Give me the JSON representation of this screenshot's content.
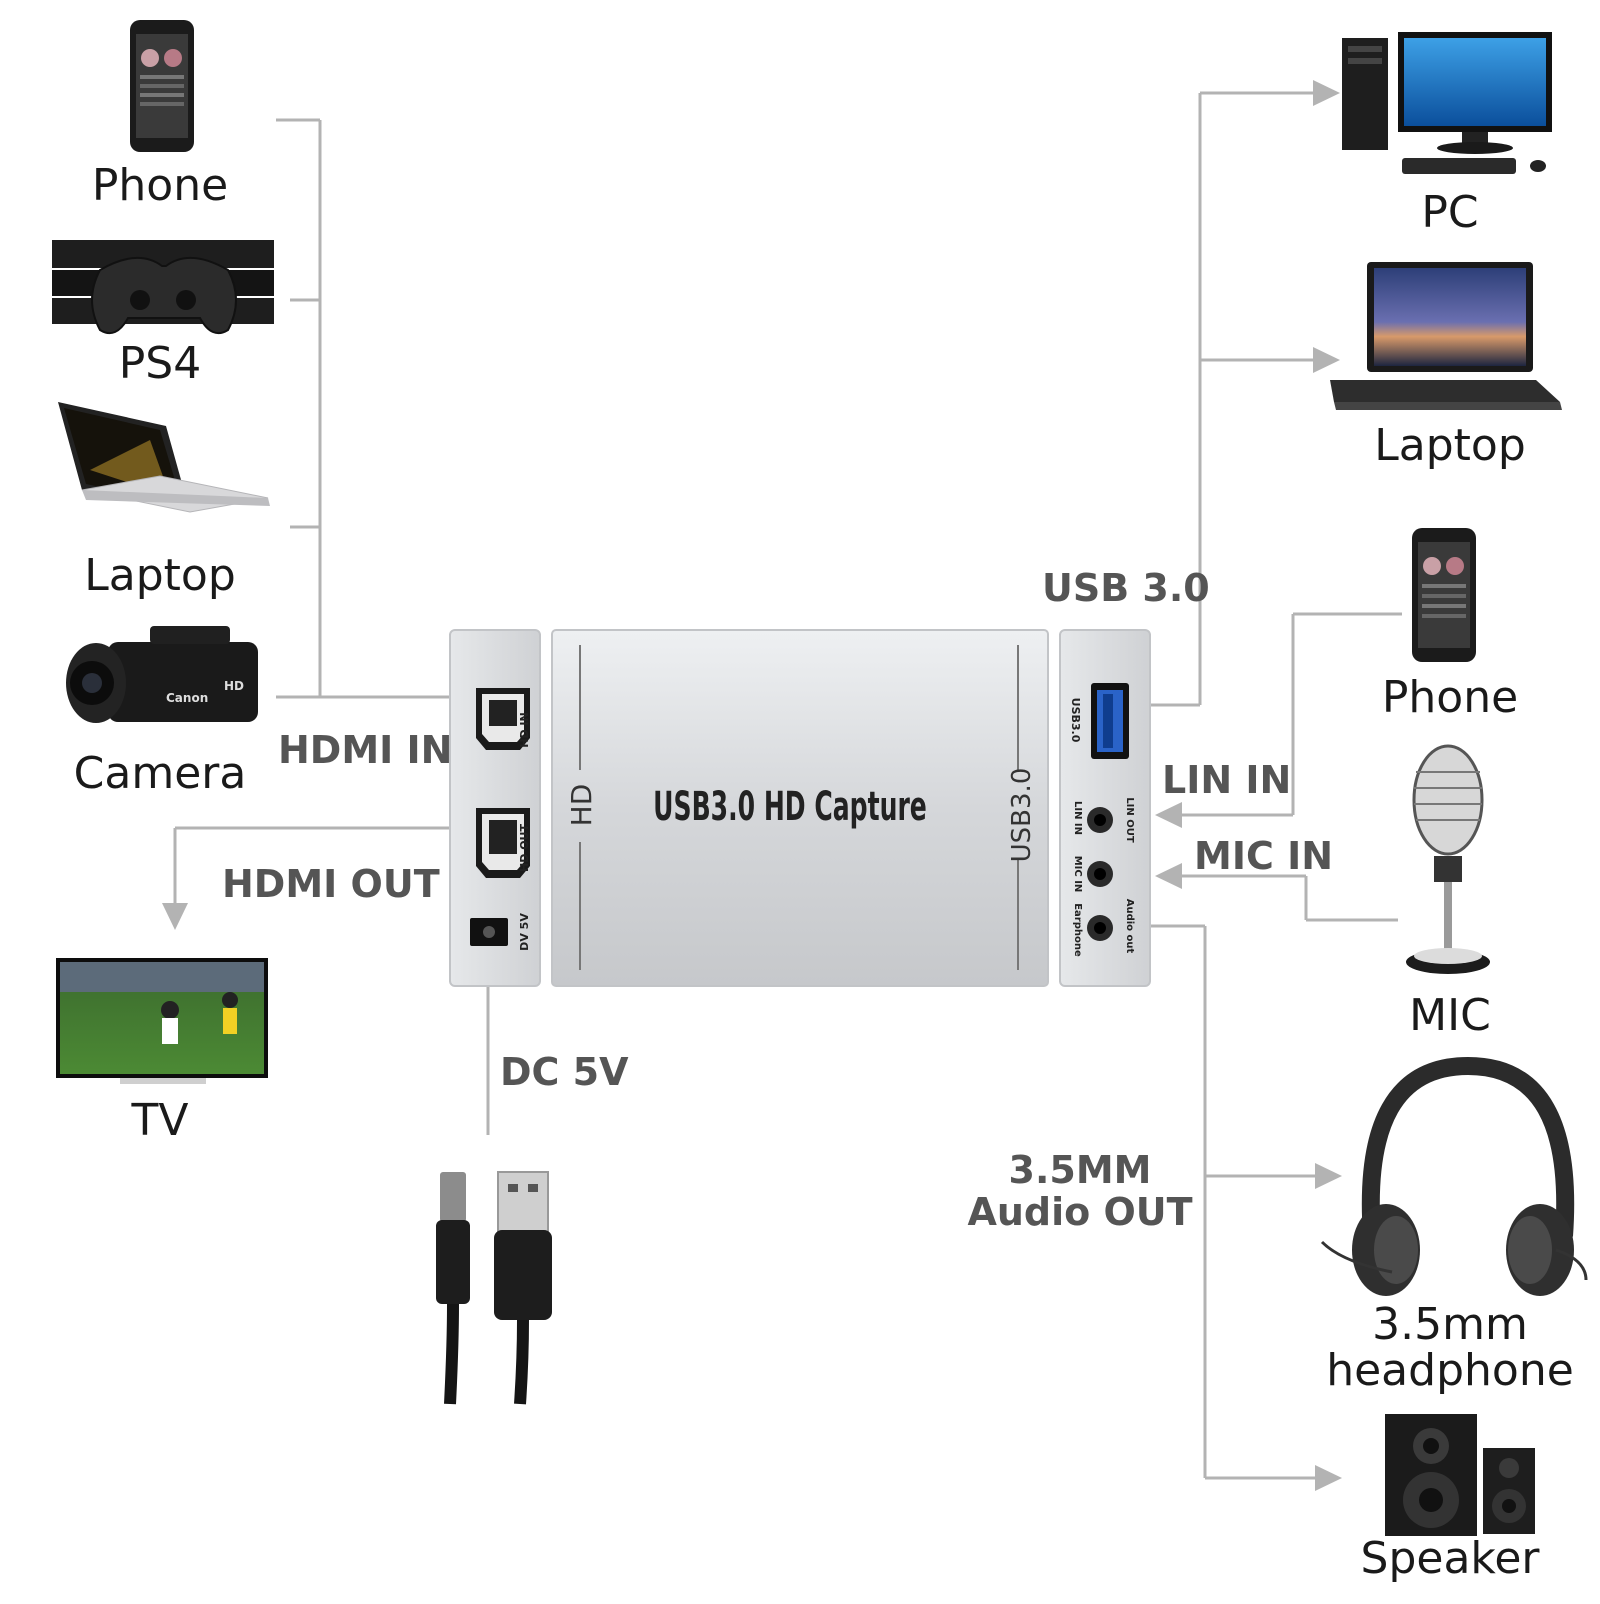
{
  "devices": {
    "left": {
      "phone": "Phone",
      "ps4": "PS4",
      "laptop": "Laptop",
      "camera": "Camera",
      "tv": "TV"
    },
    "right": {
      "pc": "PC",
      "laptop": "Laptop",
      "phone": "Phone",
      "mic": "MIC",
      "headphone_line1": "3.5mm",
      "headphone_line2": "headphone",
      "speaker": "Speaker"
    }
  },
  "ports": {
    "hdmi_in": "HDMI IN",
    "hdmi_out": "HDMI OUT",
    "dc_5v": "DC 5V",
    "usb_3": "USB 3.0",
    "lin_in": "LIN IN",
    "mic_in": "MIC IN",
    "audio_out_line1": "3.5MM",
    "audio_out_line2": "Audio OUT"
  },
  "capture_box": {
    "title": "USB3.0  HD  Capture",
    "side_left": "HD",
    "side_right": "USB3.0",
    "left_panel": {
      "hd_in": "HD IN",
      "hd_out": "HD OUT",
      "dv_5v": "DV 5V"
    },
    "right_panel": {
      "usb": "USB3.0",
      "lin_out": "LIN OUT",
      "lin_in": "LIN IN",
      "mic_in": "MIC IN",
      "earphone": "Earphone",
      "audio_out": "Audio out"
    }
  },
  "colors": {
    "connector_line": "#b3b3b3",
    "box_silver": "#d9dadc",
    "usb_port": "#2a63c8"
  },
  "icons": [
    "smartphone-icon",
    "game-console-icon",
    "laptop-icon",
    "camcorder-icon",
    "tv-icon",
    "desktop-pc-icon",
    "microphone-icon",
    "headphones-icon",
    "speaker-icon",
    "dc-plug-icon",
    "usb-plug-icon"
  ]
}
